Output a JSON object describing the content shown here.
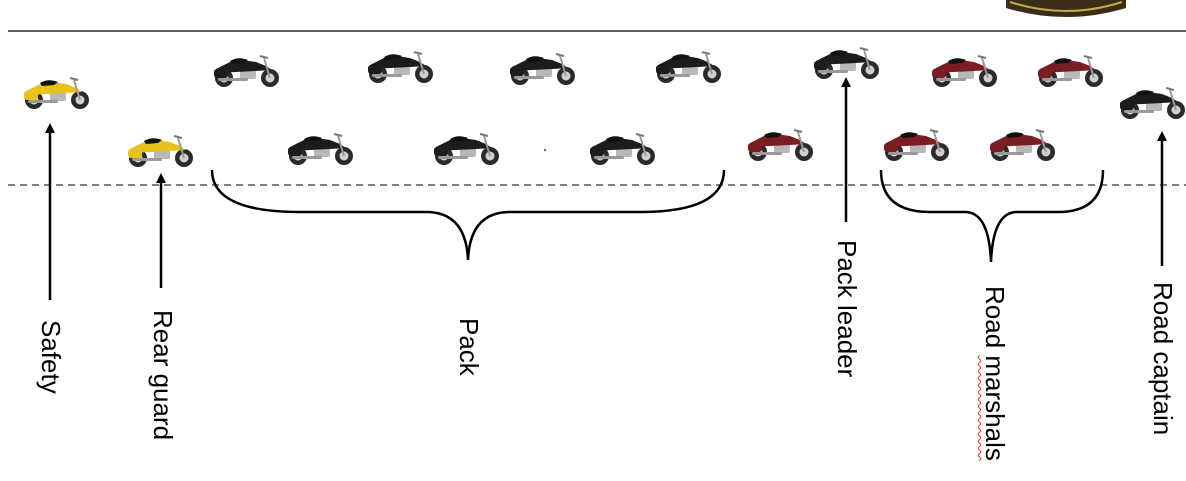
{
  "labels": {
    "safety": "Safety",
    "rear_guard": "Rear guard",
    "pack": "Pack",
    "pack_leader": "Pack leader",
    "road_marshals_1": "Road ",
    "road_marshals_2": "marshals",
    "road_captain": "Road captain"
  },
  "colors": {
    "yellow_bike": "#e8c21c",
    "black_bike": "#1c1c1c",
    "maroon_bike": "#7a1e24",
    "chrome": "#b8b8b8",
    "spellcheck": "#d23a2a"
  },
  "icons": {
    "motorcycle": "motorcycle-icon",
    "logo": "logo-badge"
  }
}
